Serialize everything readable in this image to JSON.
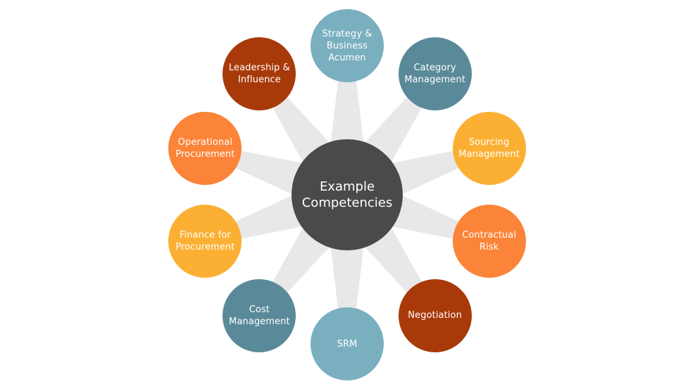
{
  "diagram": {
    "center": {
      "label": "Example\nCompetencies",
      "color": "#4a4a4a"
    },
    "spoke_color": "#e8e8e8",
    "nodes": [
      {
        "label": "Strategy &\nBusiness\nAcumen",
        "color": "#7aafc0"
      },
      {
        "label": "Category\nManagement",
        "color": "#5a8a99"
      },
      {
        "label": "Sourcing\nManagement",
        "color": "#fbb034"
      },
      {
        "label": "Contractual\nRisk",
        "color": "#fb8438"
      },
      {
        "label": "Negotiation",
        "color": "#a83a0a"
      },
      {
        "label": "SRM",
        "color": "#7aafc0"
      },
      {
        "label": "Cost\nManagement",
        "color": "#5a8a99"
      },
      {
        "label": "Finance for\nProcurement",
        "color": "#fbb034"
      },
      {
        "label": "Operational\nProcurement",
        "color": "#fb8438"
      },
      {
        "label": "Leadership &\nInfluence",
        "color": "#a83a0a"
      }
    ]
  }
}
